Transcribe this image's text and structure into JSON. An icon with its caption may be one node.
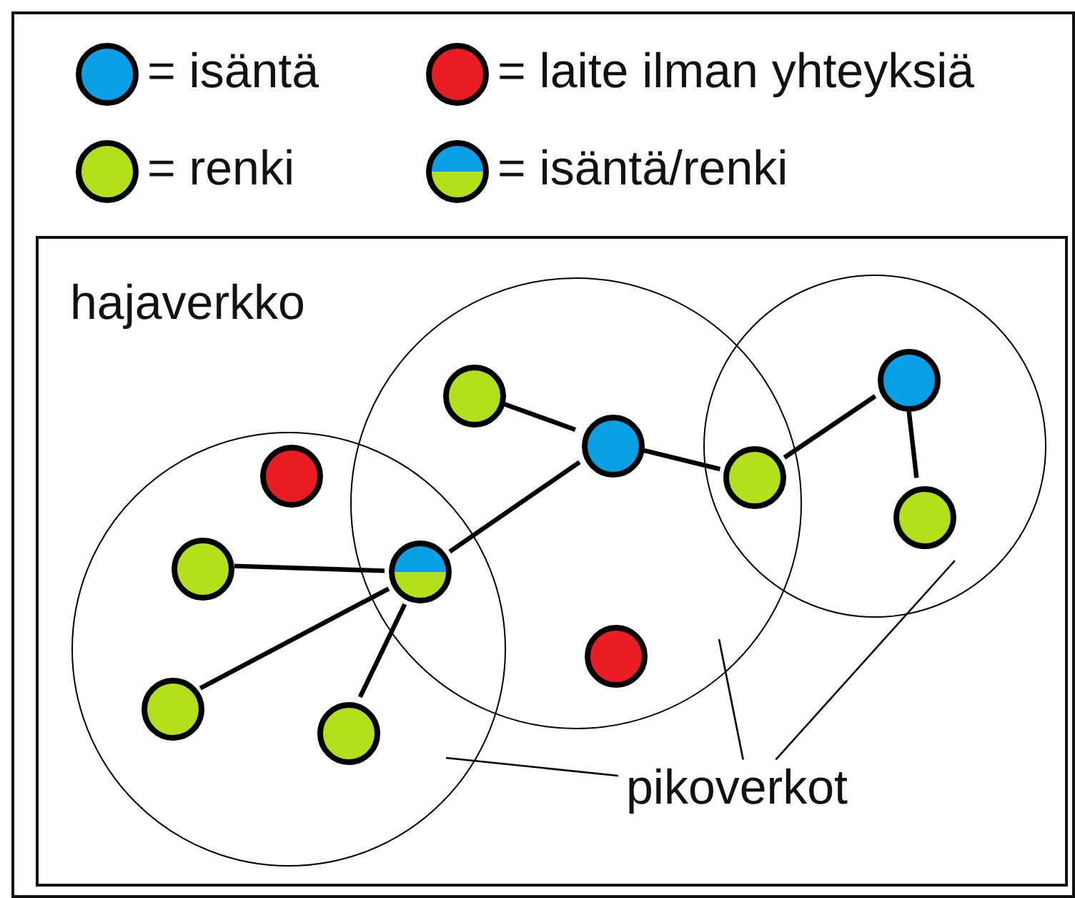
{
  "diagram": {
    "nodes": [
      {
        "text": [
          "hajaverkko"
        ]
      },
      {
        "text": [],
        "shape": "circle",
        "in": 0
      },
      {
        "text": [],
        "shape": "circle",
        "in": 0
      },
      {
        "text": [],
        "shape": "circle",
        "in": 0
      },
      {
        "text": [],
        "shape": "circle",
        "in": 3
      },
      {
        "text": [],
        "shape": "circle",
        "in": 2
      },
      {
        "text": [],
        "shape": "circle",
        "in": 2
      },
      {
        "text": [],
        "shape": "circle",
        "in": 1
      },
      {
        "text": [],
        "shape": "circle"
      },
      {
        "text": [],
        "shape": "circle",
        "in": 3
      },
      {
        "text": [],
        "shape": "circle",
        "in": 1
      },
      {
        "text": [],
        "shape": "circle"
      },
      {
        "text": [],
        "shape": "circle",
        "in": 2
      },
      {
        "text": [],
        "shape": "circle",
        "in": 1
      },
      {
        "text": [],
        "shape": "circle",
        "in": 1
      },
      {
        "text": [
          "pikoverkot"
        ],
        "in": 0
      }
    ],
    "edges": [
      {
        "from": 10,
        "to": 11,
        "arrow": "none"
      },
      {
        "from": 13,
        "to": 11,
        "arrow": "none"
      },
      {
        "from": 14,
        "to": 11,
        "arrow": "none"
      },
      {
        "from": 11,
        "to": 6,
        "arrow": "none"
      },
      {
        "from": 5,
        "to": 6,
        "arrow": "none"
      },
      {
        "from": 6,
        "to": 8,
        "arrow": "none"
      },
      {
        "from": 8,
        "to": 4,
        "arrow": "none"
      },
      {
        "from": 4,
        "to": 9,
        "arrow": "none"
      },
      {
        "from": 15,
        "to": 1,
        "arrow": "none"
      },
      {
        "from": 15,
        "to": 2,
        "arrow": "none"
      },
      {
        "from": 15,
        "to": 3,
        "arrow": "none"
      }
    ],
    "legend": [
      {
        "text": "= isäntä",
        "color": "#0aa0e6"
      },
      {
        "text": "= laite ilman yhteyksiä",
        "color": "#ea1c24"
      },
      {
        "text": "= renki",
        "color": "#b2e01a"
      },
      {
        "text": "= isäntä/renki"
      }
    ]
  }
}
